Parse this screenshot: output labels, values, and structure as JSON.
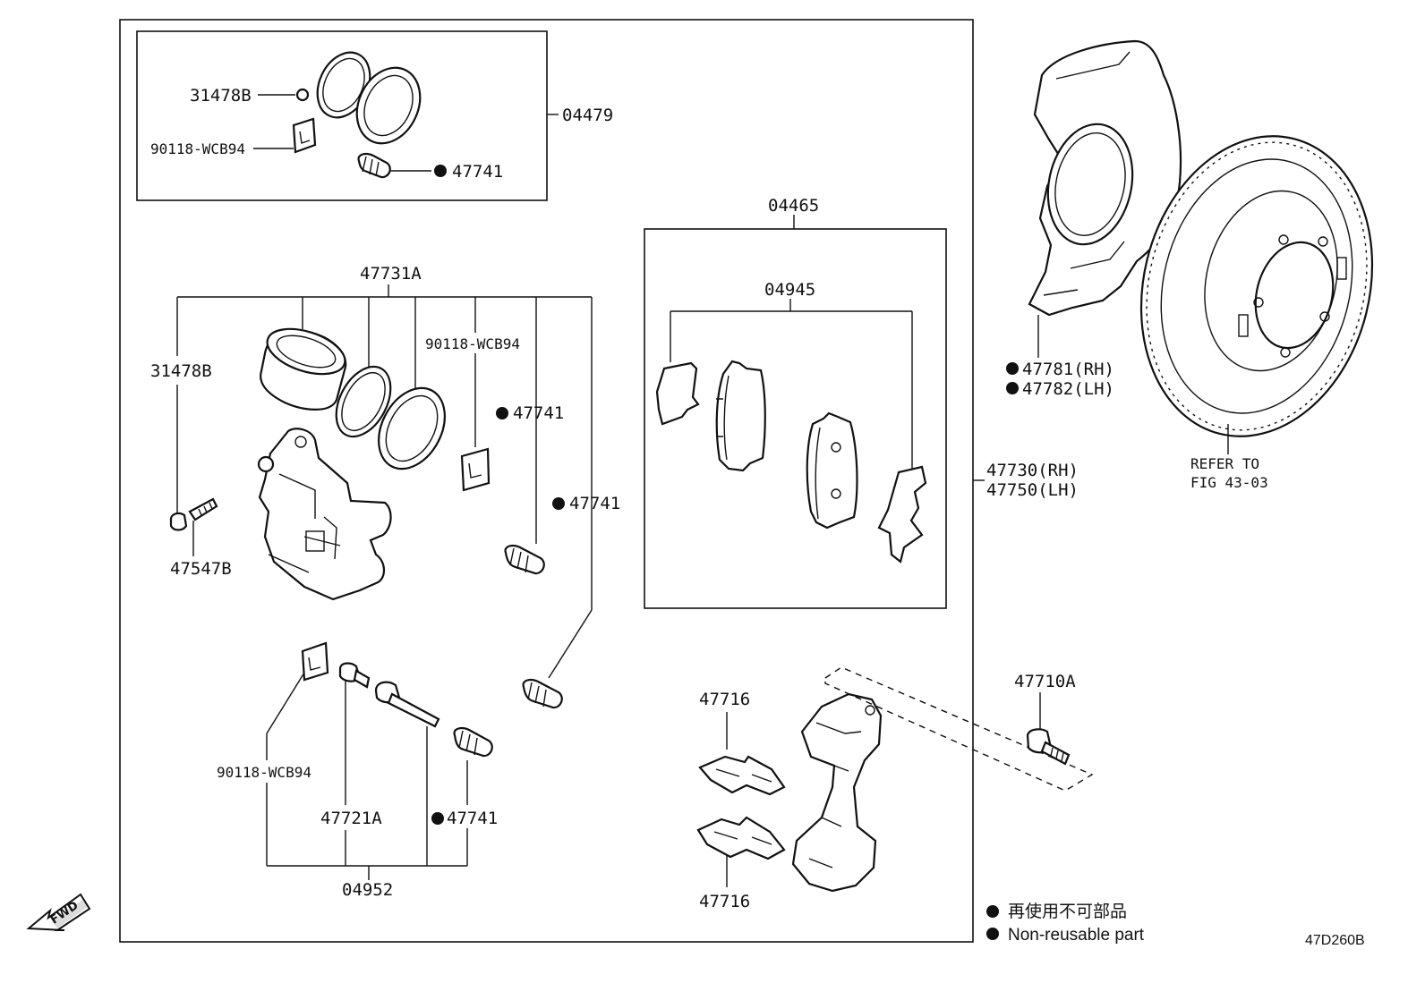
{
  "labels": {
    "kit_04479": "04479",
    "seal_31478b_top": "31478B",
    "grease_top": "90118-WCB94",
    "boot_47741_top": "47741",
    "kit_04465": "04465",
    "shim_kit_04945": "04945",
    "caliper_47731a": "47731A",
    "seal_31478b_mid": "31478B",
    "grease_mid": "90118-WCB94",
    "boot_47741_a": "47741",
    "boot_47741_b": "47741",
    "bleeder_47547b": "47547B",
    "grease_bottom": "90118-WCB94",
    "pin_47721a": "47721A",
    "boot_47741_c": "47741",
    "kit_04952": "04952",
    "clip_47716_top": "47716",
    "clip_47716_bottom": "47716",
    "bolt_47710a": "47710A",
    "cover_rh": "47781(RH)",
    "cover_lh": "47782(LH)",
    "assy_rh": "47730(RH)",
    "assy_lh": "47750(LH)",
    "refer_line1": "REFER TO",
    "refer_line2": "FIG 43-03"
  },
  "legend": {
    "jp": "再使用不可部品",
    "en": "Non-reusable part"
  },
  "fwd_label": "FWD",
  "diagram_code": "47D260B",
  "colors": {
    "ink": "#111111",
    "background": "#ffffff"
  }
}
